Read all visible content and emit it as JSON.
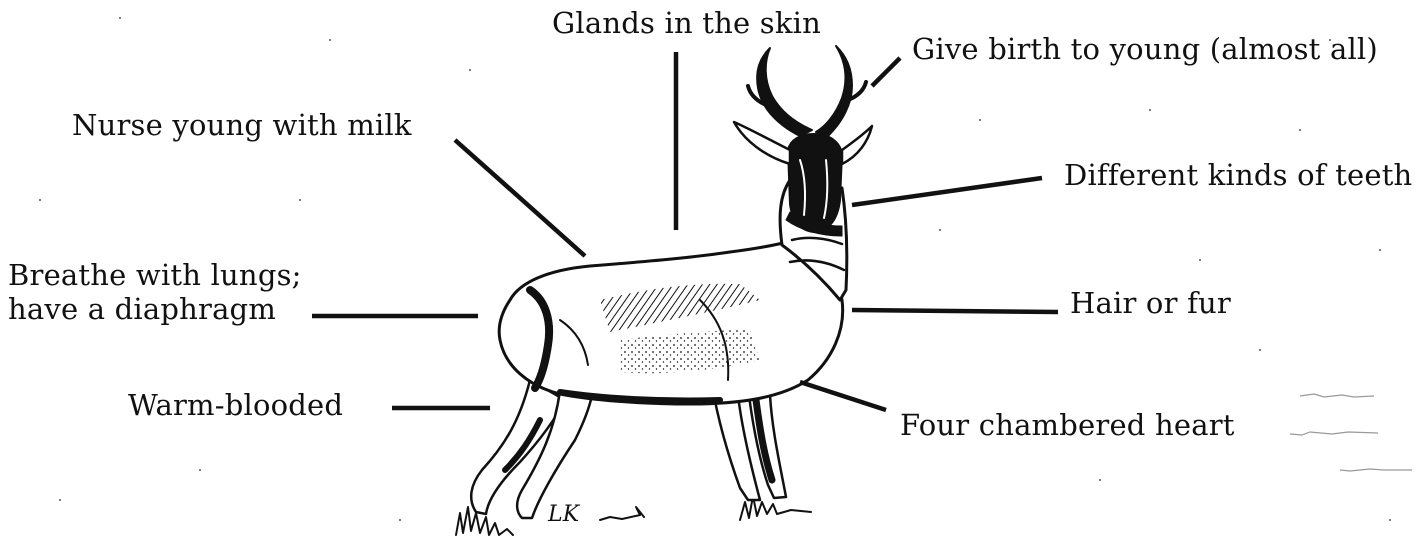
{
  "diagram": {
    "labels": {
      "glands": "Glands in the skin",
      "birth": "Give birth to young (almost all)",
      "nurse": "Nurse young with milk",
      "teeth": "Different kinds of teeth",
      "breathe_line1": "Breathe with lungs;",
      "breathe_line2": "have a diaphragm",
      "hair": "Hair or fur",
      "warm": "Warm-blooded",
      "heart": "Four chambered heart"
    },
    "illustration": {
      "subject": "pronghorn-antelope",
      "signature": "LK"
    },
    "colors": {
      "ink": "#111111",
      "background": "#ffffff"
    }
  }
}
